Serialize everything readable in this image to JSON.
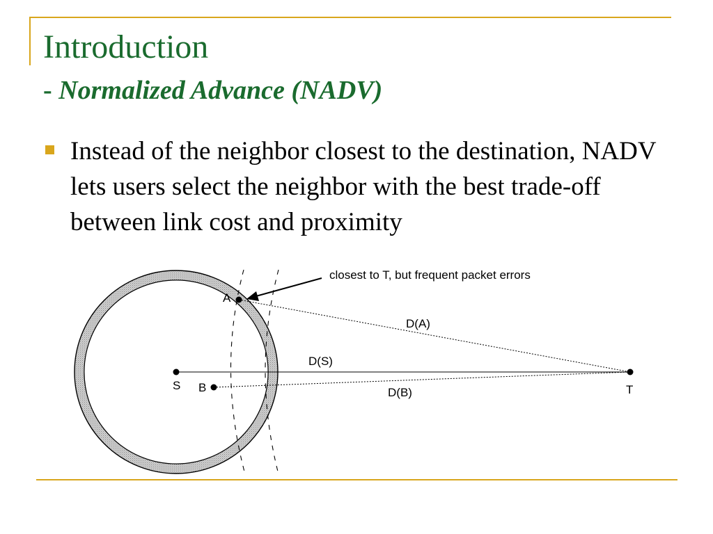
{
  "slide": {
    "title": "Introduction",
    "subtitle_prefix": "- ",
    "subtitle": "Normalized Advance (NADV)",
    "bullets": [
      "Instead of the neighbor closest to the destination, NADV lets users select the neighbor with the best trade-off between link cost and proximity"
    ]
  },
  "diagram": {
    "annotation": "closest to T, but frequent packet errors",
    "node_labels": {
      "a": "A",
      "b": "B",
      "s": "S",
      "t": "T"
    },
    "distance_labels": {
      "da": "D(A)",
      "ds": "D(S)",
      "db": "D(B)"
    }
  },
  "colors": {
    "accent": "#d9a61c",
    "title": "#1a6b2e",
    "ring_fill": "#c4c4c4",
    "body_text": "#000000"
  }
}
